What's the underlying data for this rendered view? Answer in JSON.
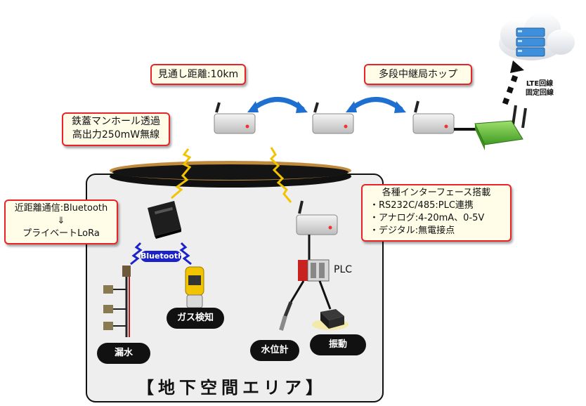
{
  "callouts": {
    "line_of_sight": "見通し距離:10km",
    "multihop": "多段中継局ホップ",
    "manhole_l1": "鉄蓋マンホール透過",
    "manhole_l2": "高出力250mW無線",
    "short_l1": "近距離通信:Bluetooth",
    "short_l2": "⇓",
    "short_l3": "プライベートLoRa",
    "iface_title": "各種インターフェース搭載",
    "iface_1": "・RS232C/485:PLC連携",
    "iface_2": "・アナログ:4-20mA、0-5V",
    "iface_3": "・デジタル:無電接点"
  },
  "lte_l1": "LTE回線",
  "lte_l2": "固定回線",
  "bluetooth_badge": "Bluetooth",
  "plc_label": "PLC",
  "sensors": {
    "leak": "漏水",
    "gas": "ガス検知",
    "water_level": "水位計",
    "vibration": "振動"
  },
  "area_title": "【地下空間エリア】",
  "colors": {
    "callout_border": "#e8242a",
    "callout_fill": "#fffde8",
    "arrow": "#1e6fd0",
    "signal": "#f2c300",
    "bluetooth": "#1b23c8",
    "gateway": "#5cc03a"
  }
}
